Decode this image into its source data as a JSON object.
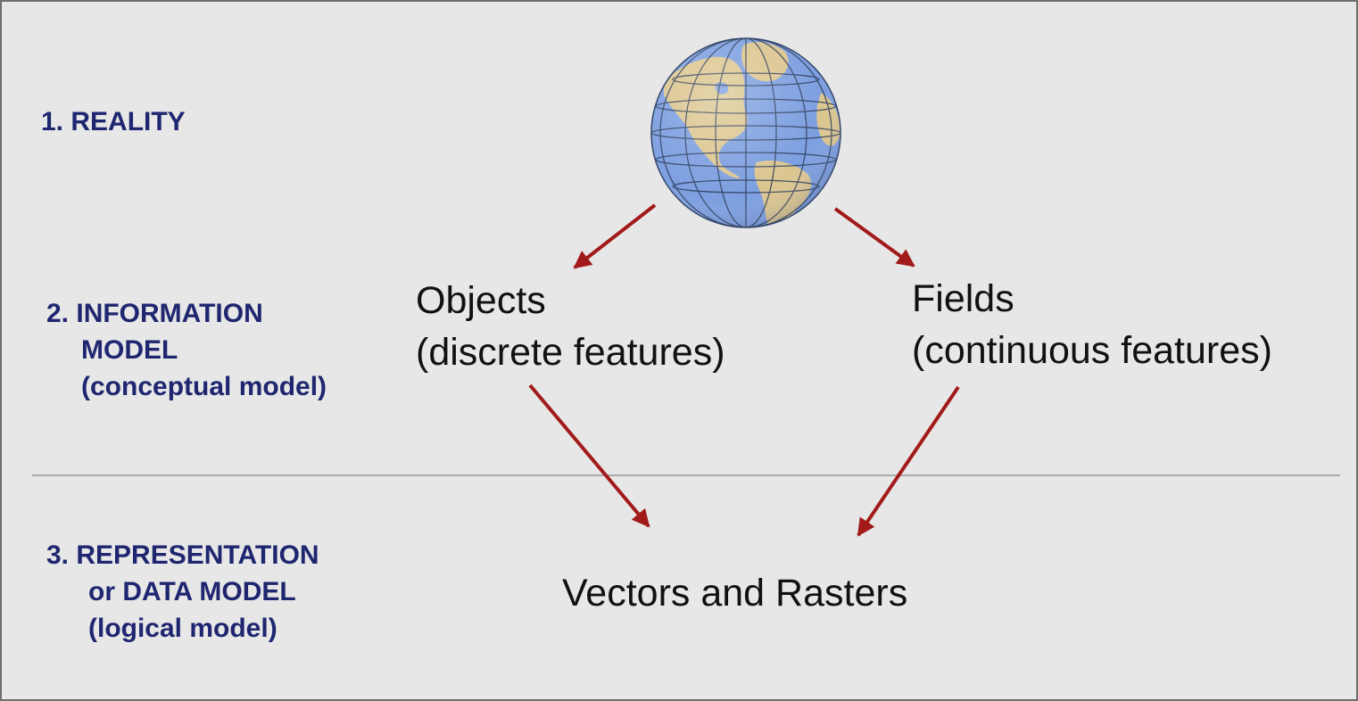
{
  "levels": [
    {
      "lines": [
        "1. REALITY"
      ]
    },
    {
      "lines": [
        "2. INFORMATION",
        "MODEL",
        "(conceptual model)"
      ]
    },
    {
      "lines": [
        "3.  REPRESENTATION",
        "or DATA MODEL",
        "(logical model)"
      ]
    }
  ],
  "nodes": {
    "objects": {
      "title": "Objects",
      "subtitle": "(discrete features)"
    },
    "fields": {
      "title": "Fields",
      "subtitle": "(continuous features)"
    },
    "result": {
      "title": "Vectors and Rasters"
    }
  },
  "colors": {
    "background": "#e7e7e7",
    "level_text": "#1f2670",
    "arrow": "#a21a1a",
    "ocean": "#7d9fe0",
    "land": "#dcc690",
    "graticule": "#2a3a58"
  },
  "icons": [
    "globe-icon",
    "arrow-icon"
  ]
}
